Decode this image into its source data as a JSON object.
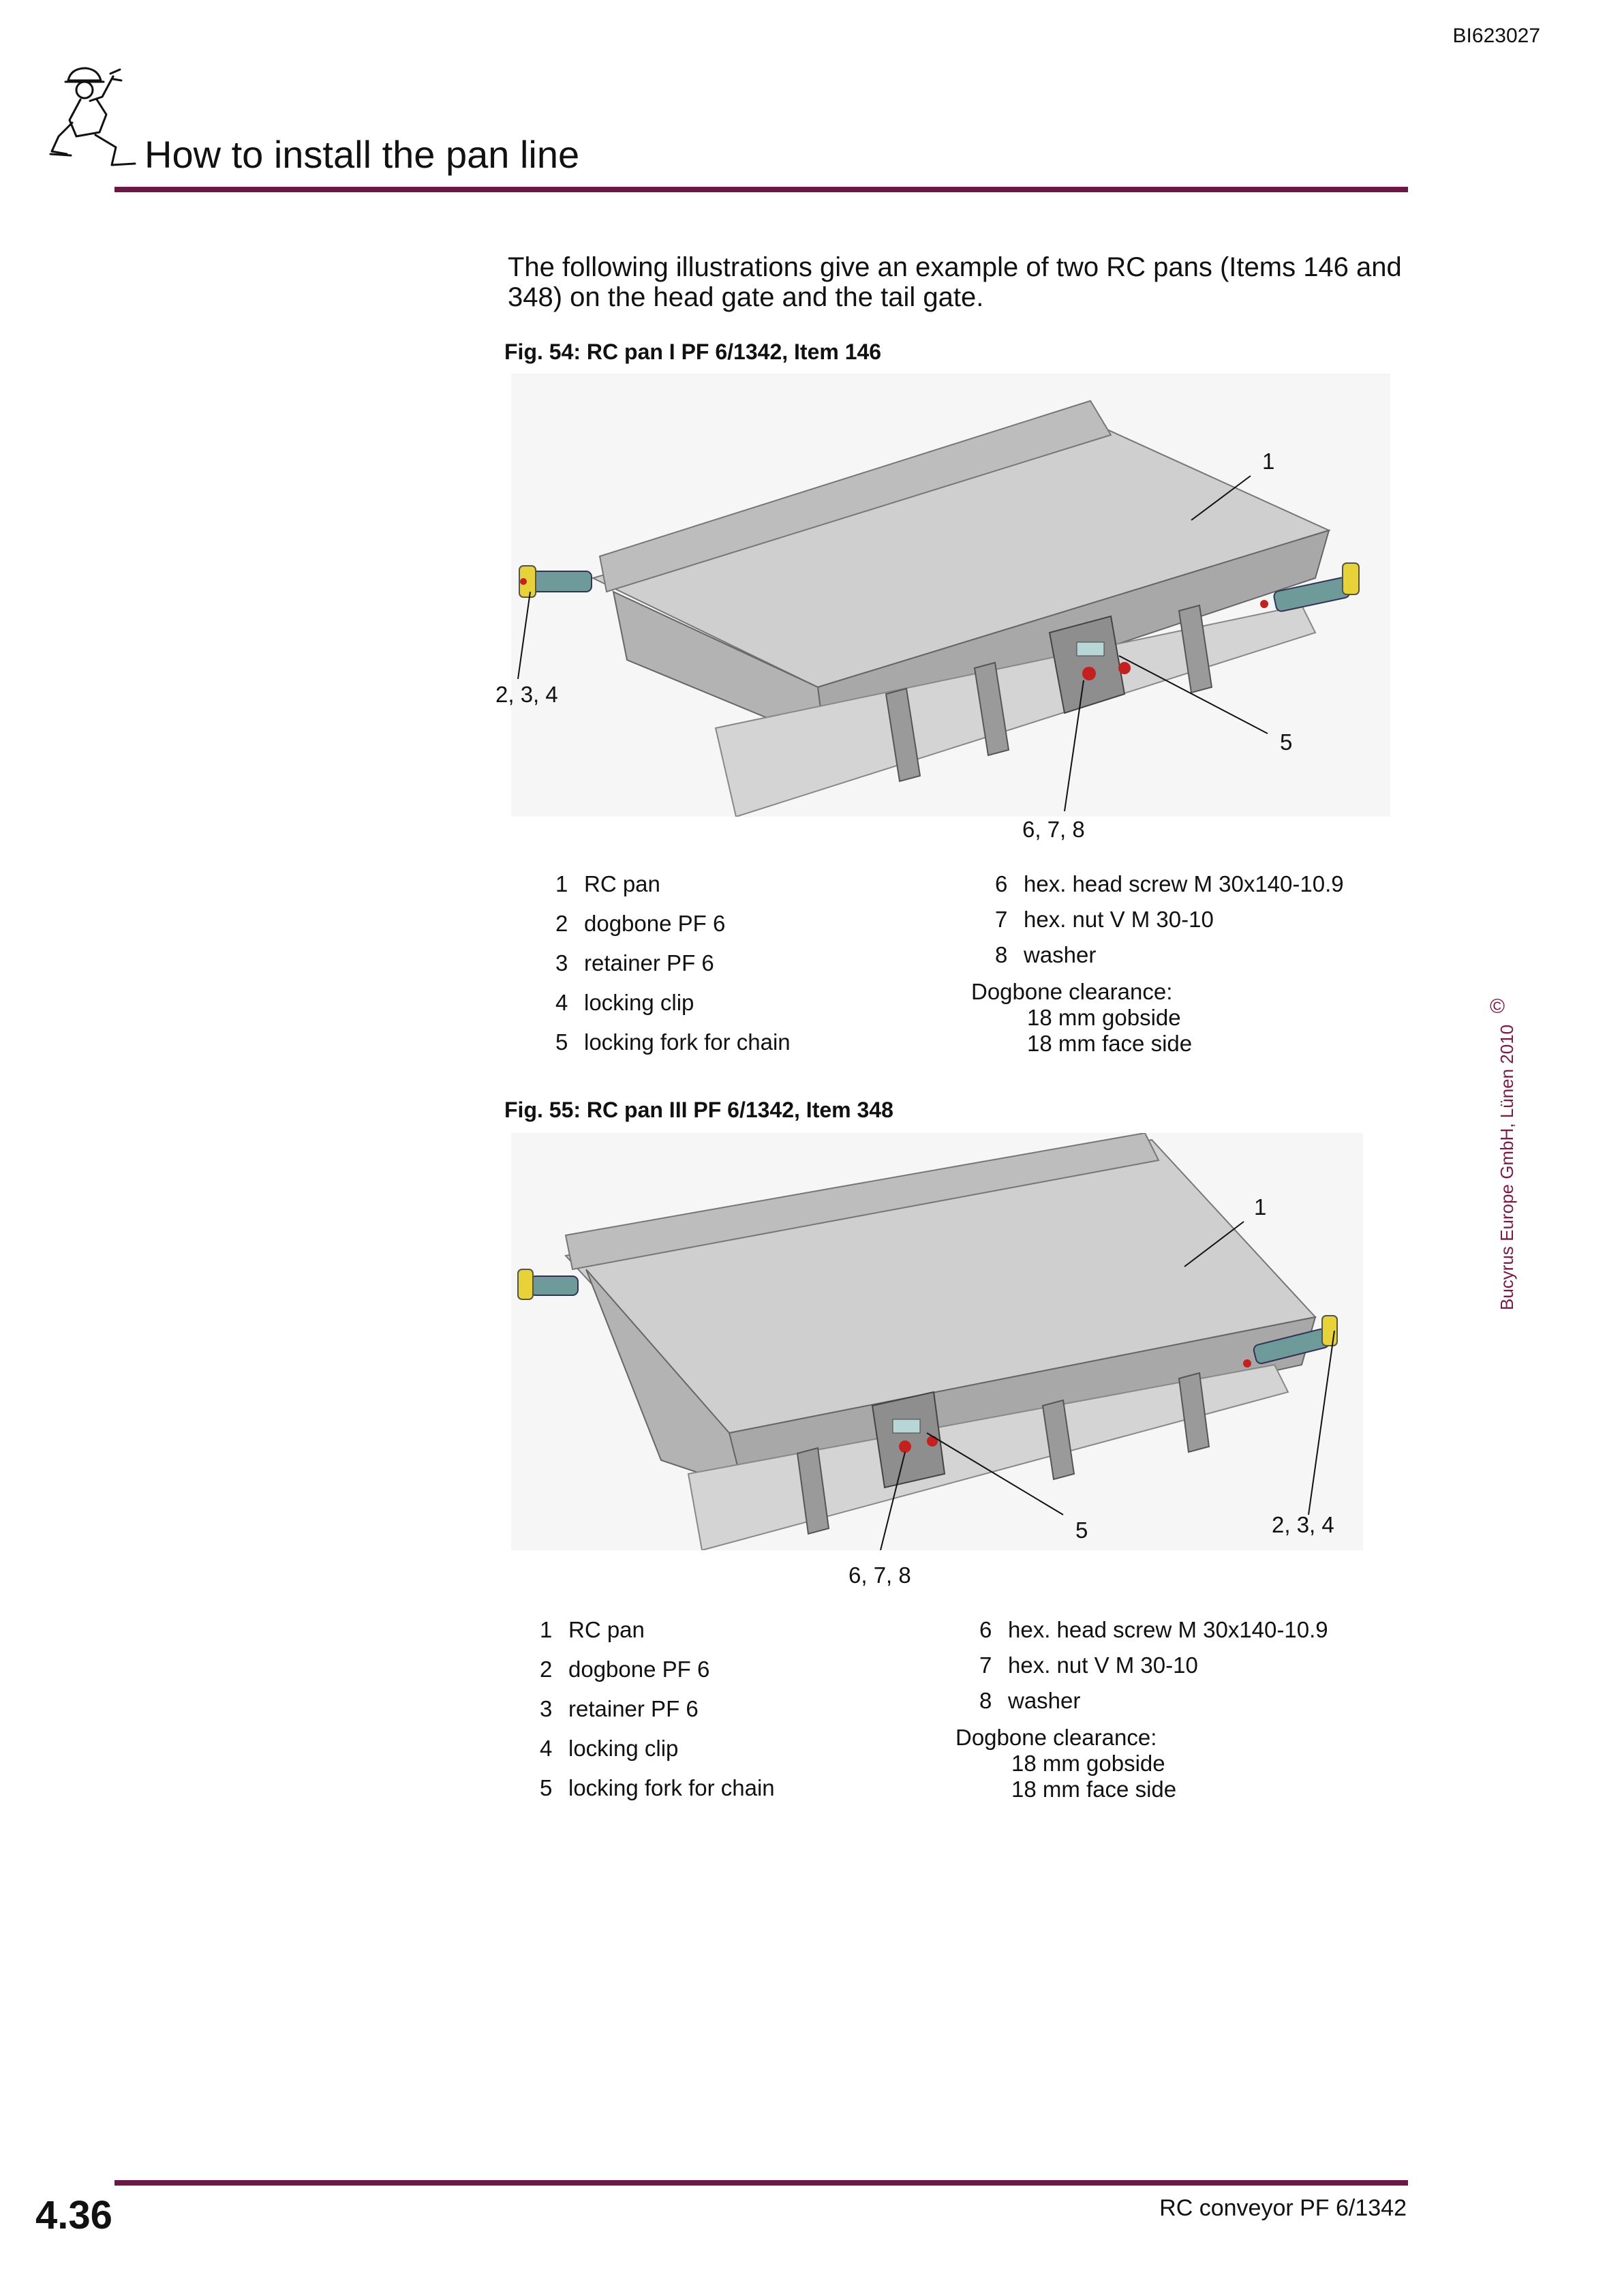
{
  "header": {
    "doc_id": "BI623027",
    "title": "How to install the pan line"
  },
  "intro": "The following illustrations give an example of two RC pans (Items 146 and 348) on the head gate and the tail gate.",
  "figures": [
    {
      "caption": "Fig. 54:  RC pan I PF 6/1342, Item 146",
      "callouts": {
        "c1": "1",
        "c234": "2, 3, 4",
        "c5": "5",
        "c678": "6, 7, 8"
      },
      "legend_left": [
        {
          "num": "1",
          "text": "RC pan"
        },
        {
          "num": "2",
          "text": "dogbone PF 6"
        },
        {
          "num": "3",
          "text": "retainer PF 6"
        },
        {
          "num": "4",
          "text": "locking clip"
        },
        {
          "num": "5",
          "text": "locking fork for chain"
        }
      ],
      "legend_right": [
        {
          "num": "6",
          "text": "hex. head screw M 30x140-10.9"
        },
        {
          "num": "7",
          "text": "hex. nut V M 30-10"
        },
        {
          "num": "8",
          "text": "washer"
        }
      ],
      "clearance": {
        "label": "Dogbone clearance:",
        "lines": [
          "18 mm gobside",
          "18 mm face side"
        ]
      }
    },
    {
      "caption": "Fig. 55:  RC pan III PF 6/1342, Item 348",
      "callouts": {
        "c1": "1",
        "c234": "2, 3, 4",
        "c5": "5",
        "c678": "6, 7, 8"
      },
      "legend_left": [
        {
          "num": "1",
          "text": "RC pan"
        },
        {
          "num": "2",
          "text": "dogbone PF 6"
        },
        {
          "num": "3",
          "text": "retainer PF 6"
        },
        {
          "num": "4",
          "text": "locking clip"
        },
        {
          "num": "5",
          "text": "locking fork for chain"
        }
      ],
      "legend_right": [
        {
          "num": "6",
          "text": "hex. head screw M 30x140-10.9"
        },
        {
          "num": "7",
          "text": "hex. nut V M 30-10"
        },
        {
          "num": "8",
          "text": "washer"
        }
      ],
      "clearance": {
        "label": "Dogbone clearance:",
        "lines": [
          "18 mm gobside",
          "18 mm face side"
        ]
      }
    }
  ],
  "side_note": {
    "symbol": "©",
    "text": "Bucyrus Europe GmbH, Lünen 2010"
  },
  "footer": {
    "page_number": "4.36",
    "doc_title": "RC conveyor PF 6/1342"
  },
  "colors": {
    "rule": "#6b1846",
    "copyright": "#7a1a48",
    "pan_gray": "#c8c8c8",
    "dogbone_teal": "#6f9a9a",
    "clip_yellow": "#e8d23a",
    "nut_red": "#c42020"
  }
}
